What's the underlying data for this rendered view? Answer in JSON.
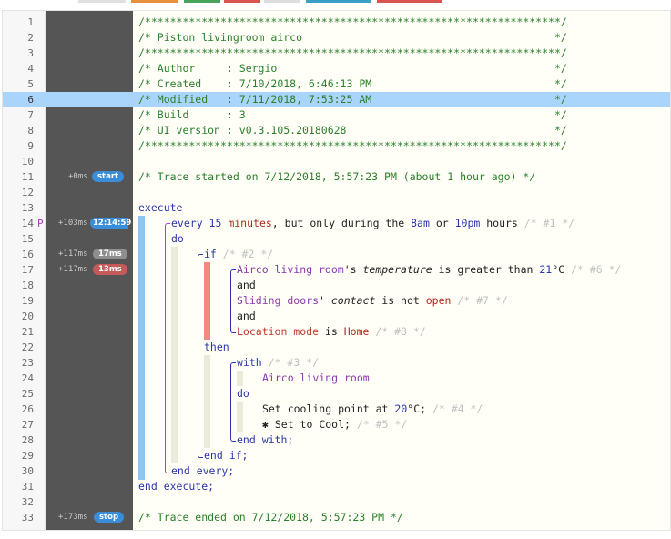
{
  "line_numbers": [
    "1",
    "2",
    "3",
    "4",
    "5",
    "6",
    "7",
    "8",
    "9",
    "10",
    "11",
    "12",
    "13",
    "14",
    "15",
    "16",
    "17",
    "18",
    "19",
    "20",
    "21",
    "22",
    "23",
    "24",
    "25",
    "26",
    "27",
    "28",
    "29",
    "30",
    "31",
    "32",
    "33"
  ],
  "selected_line": "6",
  "trace": {
    "start": {
      "time": "+0ms",
      "badge": "start"
    },
    "every": {
      "time": "+103ms",
      "badge": "12:14:59"
    },
    "if1": {
      "time": "+117ms",
      "badge": "17ms"
    },
    "if2": {
      "time": "+117ms",
      "badge": "13ms"
    },
    "stop": {
      "time": "+173ms",
      "badge": "stop"
    },
    "line14_marker": "P"
  },
  "code": {
    "stars": "/******************************************************************/",
    "l2": "/* Piston livingroom airco                                        */",
    "l4": "/* Author     : Sergio                                            */",
    "l5": "/* Created    : 7/10/2018, 6:46:13 PM                             */",
    "l6": "/* Modified   : 7/11/2018, 7:53:25 AM                             */",
    "l7": "/* Build      : 3                                                 */",
    "l8": "/* UI version : v0.3.105.20180628                                 */",
    "l11": "/* Trace started on 7/12/2018, 5:57:23 PM (about 1 hour ago) */",
    "l13": "execute",
    "l14": {
      "k1": "every ",
      "n1": "15",
      "n2": " minutes",
      "t1": ", but only during the ",
      "n3": "8am",
      "t2": " or ",
      "n4": "10pm",
      "t3": " hours ",
      "c": "/* #1 */"
    },
    "l15": "do",
    "l16": {
      "k": "if ",
      "c": "/* #2 */"
    },
    "l17": {
      "d": "Airco living room",
      "t1": "'s ",
      "a": "temperature",
      "t2": " is greater than ",
      "v": "21",
      "u": "°C ",
      "c": "/* #6 */"
    },
    "l18": "and",
    "l19": {
      "d": "Sliding doors",
      "t1": "' ",
      "a": "contact",
      "t2": " is not ",
      "v": "open",
      "c": " /* #7 */"
    },
    "l20": "and",
    "l21": {
      "d": "Location mode",
      "t1": " is ",
      "v": "Home",
      "c": " /* #8 */"
    },
    "l22": "then",
    "l23": {
      "k": "with ",
      "c": "/* #3 */"
    },
    "l24": "Airco living room",
    "l25": "do",
    "l26": {
      "t1": "Set cooling point at ",
      "v": "20",
      "t2": "°C; ",
      "c": "/* #4 */"
    },
    "l27": {
      "star": "✱",
      "t1": " Set to Cool; ",
      "c": "/* #5 */"
    },
    "l28": "end with;",
    "l29": "end if;",
    "l30": "end every;",
    "l31": "end execute;",
    "l33": "/* Trace ended on 7/12/2018, 5:57:23 PM */"
  },
  "colors": {
    "highlight": "#a9d4fb",
    "trace_bg": "#555555",
    "badge_blue": "#3a8dd8",
    "badge_red": "#c65a5a",
    "comment": "#2a7f2a",
    "keyword": "#2b36a8",
    "device": "#8a37b0",
    "value": "#b5261b"
  }
}
